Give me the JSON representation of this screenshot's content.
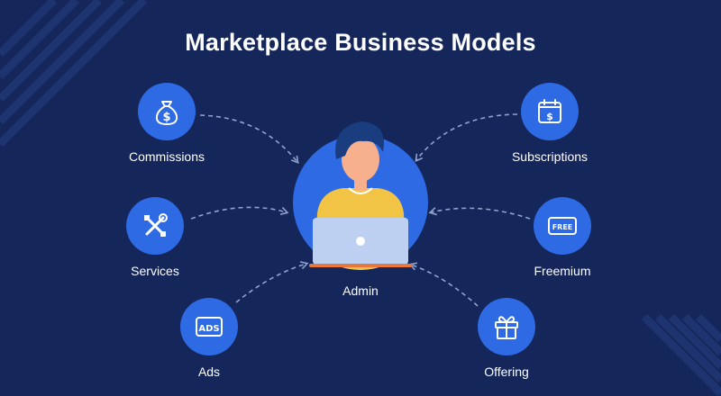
{
  "title": "Marketplace Business Models",
  "center": {
    "label": "Admin",
    "icon": "person-at-laptop-icon"
  },
  "models": [
    {
      "id": "commissions",
      "label": "Commissions",
      "icon": "money-bag-icon"
    },
    {
      "id": "services",
      "label": "Services",
      "icon": "tools-icon"
    },
    {
      "id": "ads",
      "label": "Ads",
      "icon": "ads-icon",
      "icon_text": "ADS"
    },
    {
      "id": "subscriptions",
      "label": "Subscriptions",
      "icon": "calendar-dollar-icon"
    },
    {
      "id": "freemium",
      "label": "Freemium",
      "icon": "free-tag-icon",
      "icon_text": "FREE"
    },
    {
      "id": "offering",
      "label": "Offering",
      "icon": "gift-icon"
    }
  ],
  "colors": {
    "background": "#14265a",
    "accent": "#2d6ae3",
    "connector": "#8fa3cf",
    "shirt": "#f2c446",
    "laptop": "#bdd0f2"
  }
}
